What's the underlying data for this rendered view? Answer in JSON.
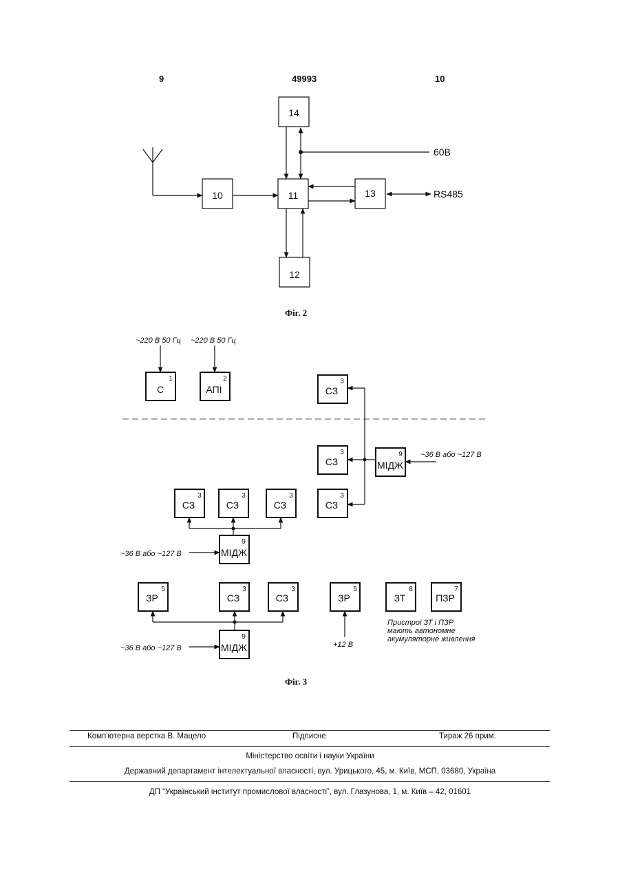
{
  "header": {
    "left": "9",
    "center": "49993",
    "right": "10"
  },
  "fig2": {
    "blocks": {
      "b14": "14",
      "b10": "10",
      "b11": "11",
      "b13": "13",
      "b12": "12"
    },
    "voltage": "60В",
    "interface": "RS485",
    "caption": "Фіг. 2"
  },
  "fig3": {
    "input_220_a": "~220 В 50 Гц",
    "input_220_b": "~220 В 50 Гц",
    "block_c": "С",
    "block_c_num": "1",
    "block_api": "АПІ",
    "block_api_num": "2",
    "sz": "СЗ",
    "sz_num": "3",
    "midzh": "МІДЖ",
    "midzh_num": "9",
    "zr": "ЗР",
    "zr_num": "5",
    "zt": "ЗТ",
    "zt_num": "8",
    "pzr": "ПЗР",
    "pzr_num": "7",
    "input_36_127": "~36 В або ~127 В",
    "input_12v": "+12 В",
    "note_line1": "Пристрої ЗТ і ПЗР",
    "note_line2": "мають автономне",
    "note_line3": "акумуляторне живлення",
    "caption": "Фіг. 3"
  },
  "footer": {
    "layout": "Комп'ютерна верстка В. Мацело",
    "signed": "Підписне",
    "circulation": "Тираж 26 прим.",
    "ministry": "Міністерство освіти і науки України",
    "department": "Державний департамент інтелектуальної власності, вул. Урицького, 45, м. Київ, МСП, 03680, Україна",
    "institute": "ДП “Український інститут промислової власності”, вул. Глазунова, 1, м. Київ – 42, 01601"
  }
}
